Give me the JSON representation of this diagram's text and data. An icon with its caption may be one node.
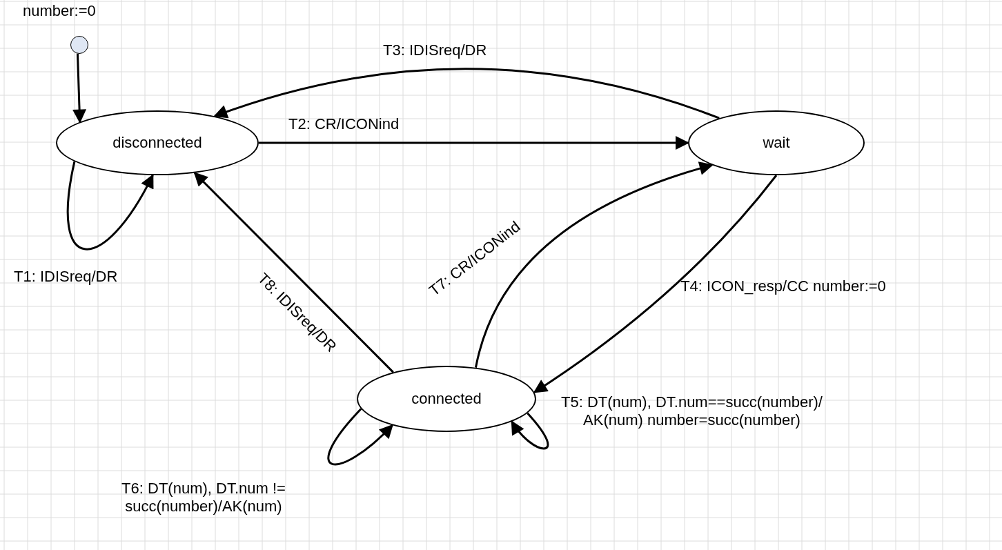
{
  "diagram": {
    "nodes": [
      {
        "text": [],
        "shape": "circle",
        "beside": [
          "number:=0"
        ]
      },
      {
        "text": [
          "disconnected"
        ]
      },
      {
        "text": [
          "wait"
        ]
      },
      {
        "text": [
          "connected"
        ]
      }
    ],
    "edges": [
      {
        "from": 0,
        "to": 1,
        "arrow": "to"
      },
      {
        "from": 2,
        "to": 1,
        "arrow": "to",
        "label": "T3: IDISreq/DR"
      },
      {
        "from": 1,
        "to": 2,
        "arrow": "to",
        "label": "T2: CR/ICONind"
      },
      {
        "from": 1,
        "to": 1,
        "arrow": "to",
        "label": "T1: IDISreq/DR"
      },
      {
        "from": 3,
        "to": 1,
        "arrow": "to",
        "label": "T8: IDISreq/DR"
      },
      {
        "from": 3,
        "to": 2,
        "arrow": "to",
        "label": "T7: CR/ICONind"
      },
      {
        "from": 2,
        "to": 3,
        "arrow": "to",
        "label": "T4: ICON_resp/CC number:=0"
      },
      {
        "from": 3,
        "to": 3,
        "arrow": "to",
        "label": "T5: DT(num), DT.num==succ(number)/ AK(num) number=succ(number)"
      },
      {
        "from": 3,
        "to": 3,
        "arrow": "to",
        "label": "T6: DT(num), DT.num != succ(number)/AK(num)"
      }
    ]
  }
}
